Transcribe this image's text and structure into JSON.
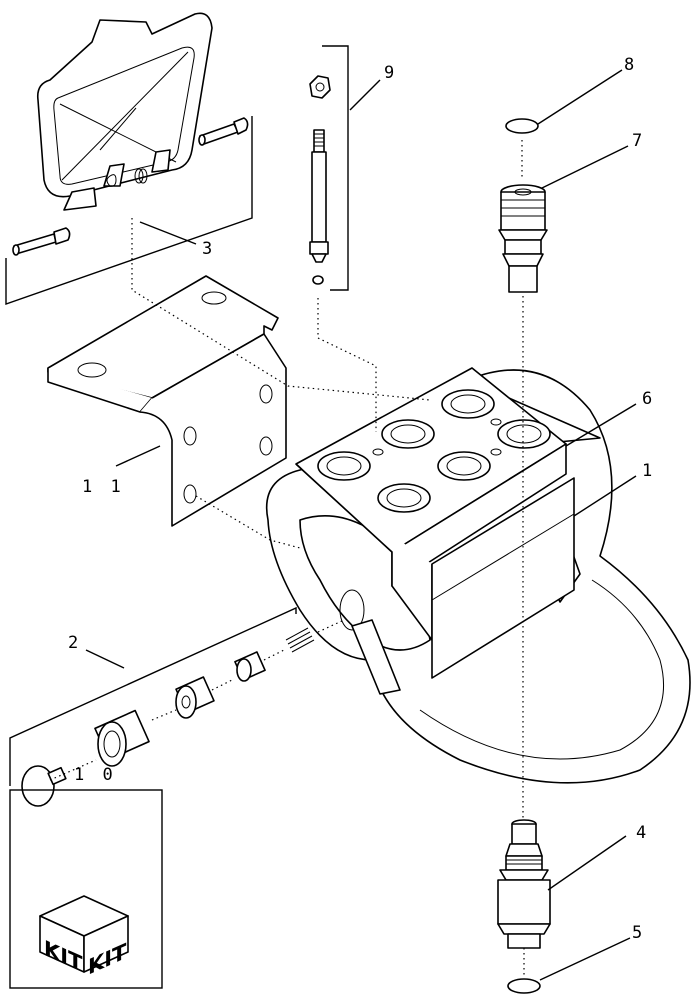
{
  "callouts": {
    "c1": "1",
    "c2": "2",
    "c3": "3",
    "c4": "4",
    "c5": "5",
    "c6": "6",
    "c7": "7",
    "c8": "8",
    "c9": "9",
    "c10": "1 0",
    "c11": "1 1"
  },
  "kit": {
    "label_left": "KIT",
    "label_right": "KIT"
  }
}
